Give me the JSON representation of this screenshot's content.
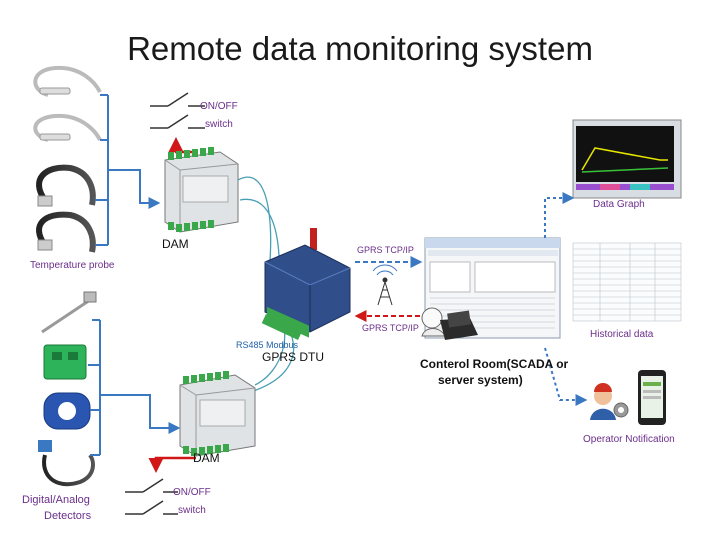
{
  "title": "Remote  data monitoring system",
  "labels": {
    "switch_top_line1": "ON/OFF",
    "switch_top_line2": "switch",
    "dam_top": "DAM",
    "temperature_probe": "Temperature probe",
    "gprs_tcp_top": "GPRS TCP/IP",
    "gprs_tcp_bottom": "GPRS TCP/IP",
    "rs485": "RS485 Modbus",
    "gprs_dtu": "GPRS DTU",
    "control_room_line1": "Conterol Room(SCADA or",
    "control_room_line2": "server system)",
    "data_graph": "Data Graph",
    "historical_data": "Historical data",
    "operator_notification": "Operator Notification",
    "dam_bottom": "DAM",
    "switch_bottom_line1": "ON/OFF",
    "switch_bottom_line2": "switch",
    "detectors_line1": "Digital/Analog",
    "detectors_line2": "Detectors"
  },
  "colors": {
    "accent_blue": "#3a78c2",
    "arrow_red": "#d01818",
    "label_purple": "#6b2f8a",
    "wire_teal": "#4a9fb5"
  }
}
